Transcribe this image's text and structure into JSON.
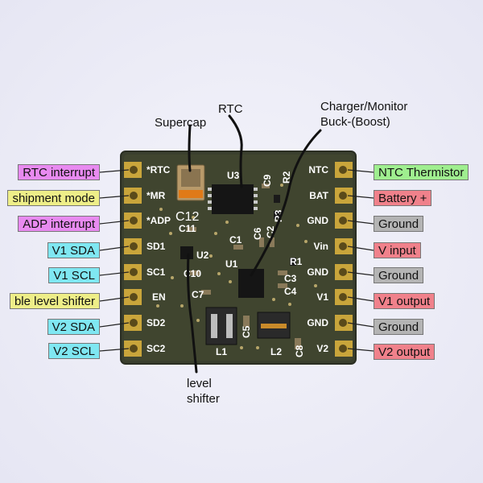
{
  "callouts": {
    "supercap": "Supercap",
    "rtc": "RTC",
    "charger_line1": "Charger/Monitor",
    "charger_line2": "Buck-(Boost)",
    "level_line1": "level",
    "level_line2": "shifter"
  },
  "left_labels": [
    {
      "text": "RTC interrupt",
      "color": "#e88af0"
    },
    {
      "text": "shipment mode",
      "color": "#eeee88"
    },
    {
      "text": "ADP interrupt",
      "color": "#e88af0"
    },
    {
      "text": "V1 SDA",
      "color": "#7fe7f2"
    },
    {
      "text": "V1 SCL",
      "color": "#7fe7f2"
    },
    {
      "text": "ble level shifter",
      "color": "#eeee88"
    },
    {
      "text": "V2 SDA",
      "color": "#7fe7f2"
    },
    {
      "text": "V2 SCL",
      "color": "#7fe7f2"
    }
  ],
  "right_labels": [
    {
      "text": "NTC Thermistor",
      "color": "#9fee8f"
    },
    {
      "text": "Battery +",
      "color": "#f0818b"
    },
    {
      "text": "Ground",
      "color": "#b4b4b4"
    },
    {
      "text": "V input",
      "color": "#f0818b"
    },
    {
      "text": "Ground",
      "color": "#b4b4b4"
    },
    {
      "text": "V1 output",
      "color": "#f0818b"
    },
    {
      "text": "Ground",
      "color": "#b4b4b4"
    },
    {
      "text": "V2 output",
      "color": "#f0818b"
    }
  ],
  "silk_left": [
    "*RTC",
    "*MR",
    "*ADP",
    "SD1",
    "SC1",
    "EN",
    "SD2",
    "SC2"
  ],
  "silk_right": [
    "NTC",
    "BAT",
    "GND",
    "Vin",
    "GND",
    "V1",
    "GND",
    "V2"
  ],
  "refdes": {
    "u3": "U3",
    "c9": "C9",
    "r2": "R2",
    "r3": "R3",
    "c12": "C12",
    "c11": "C11",
    "c6": "C6",
    "c2": "C2",
    "c1": "C1",
    "u2": "U2",
    "u1": "U1",
    "r1": "R1",
    "c10": "C10",
    "c3": "C3",
    "c4": "C4",
    "c7": "C7",
    "c5": "C5",
    "l1": "L1",
    "l2": "L2",
    "c8": "C8"
  },
  "colors": {
    "board": "#3a3f2e",
    "silk": "#ffffff",
    "pad": "#c9a53b",
    "wire": "#111111"
  }
}
